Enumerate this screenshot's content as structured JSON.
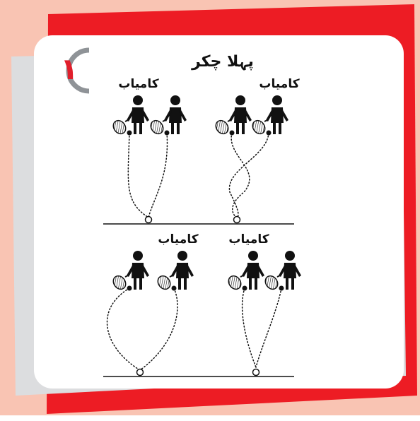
{
  "colors": {
    "peach_background": "#f9c4b3",
    "red_card": "#ed1c24",
    "grey_card": "#dcdddf",
    "white_card": "#ffffff",
    "ink": "#111111",
    "badge_ring": "#8f9397",
    "badge_numeral": "#e01e2b"
  },
  "badge": {
    "numeral": "١"
  },
  "title": "پہلا چکر",
  "panels": [
    {
      "label": "کامیاب"
    },
    {
      "label": "کامیاب"
    },
    {
      "label": "کامیاب"
    },
    {
      "label": "کامیاب"
    }
  ]
}
